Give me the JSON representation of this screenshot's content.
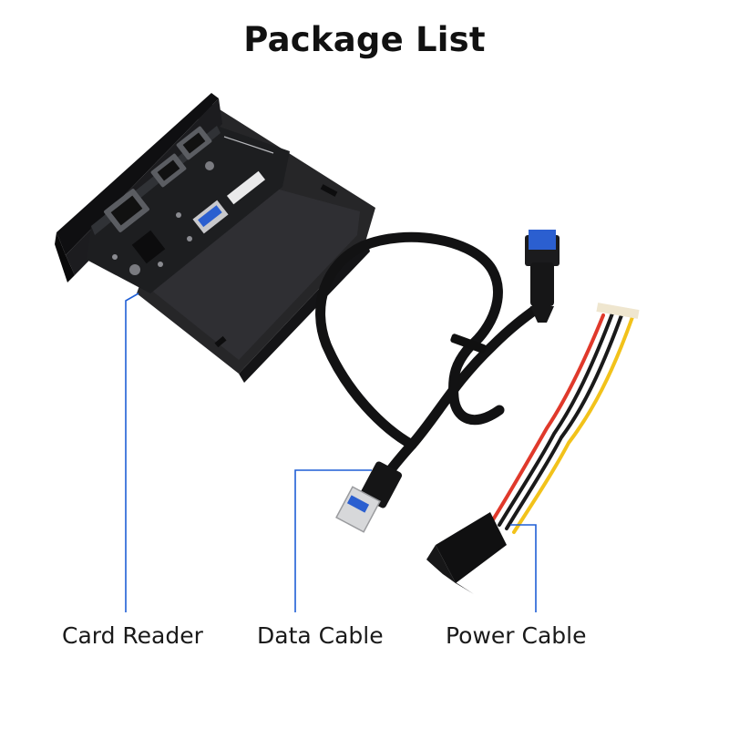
{
  "title": "Package List",
  "items": [
    {
      "label": "Card Reader"
    },
    {
      "label": "Data Cable"
    },
    {
      "label": "Power Cable"
    }
  ],
  "colors": {
    "callout_line": "#1f5fd6",
    "device_body": "#1b1b1d",
    "usb_connector_blue": "#2b5fd0",
    "wire_red": "#e0392b",
    "wire_yellow": "#f2c21a",
    "wire_black": "#1a1a1a"
  }
}
